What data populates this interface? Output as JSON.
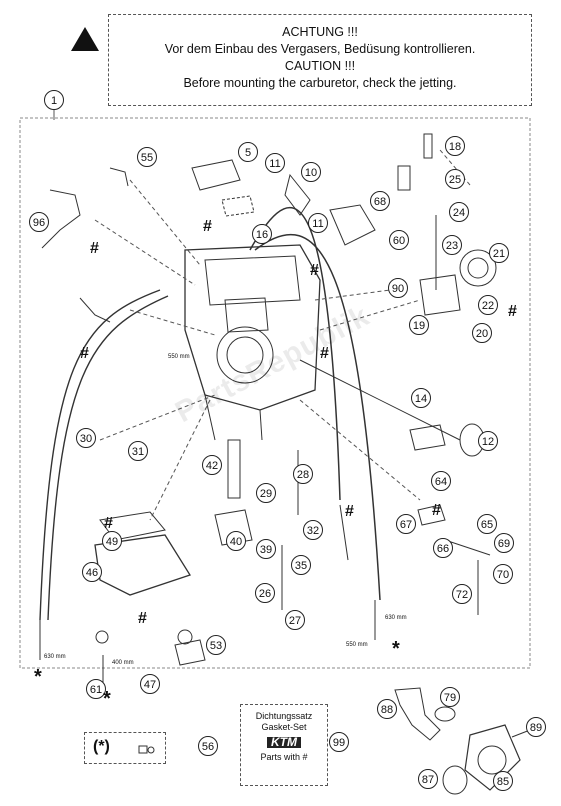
{
  "warning": {
    "line1": "ACHTUNG !!!",
    "line2": "Vor dem Einbau des Vergasers, Bedüsung kontrollieren.",
    "line3": "CAUTION !!!",
    "line4": "Before mounting the carburetor, check the jetting."
  },
  "watermark": "PartsRepublik",
  "gasket_box": {
    "line1": "Dichtungssatz",
    "line2": "Gasket-Set",
    "logo": "KTM",
    "line3": "Parts with #"
  },
  "legend": {
    "symbol": "(*)"
  },
  "callouts": [
    "1",
    "5",
    "10",
    "11",
    "11",
    "12",
    "14",
    "16",
    "18",
    "19",
    "20",
    "21",
    "22",
    "23",
    "24",
    "25",
    "26",
    "27",
    "28",
    "29",
    "30",
    "31",
    "32",
    "35",
    "39",
    "40",
    "42",
    "46",
    "47",
    "49",
    "53",
    "55",
    "56",
    "60",
    "61",
    "64",
    "65",
    "66",
    "67",
    "68",
    "69",
    "70",
    "72",
    "79",
    "85",
    "87",
    "88",
    "89",
    "90",
    "96",
    "99"
  ],
  "hash_mark": "#",
  "star_mark": "*",
  "dimensions": {
    "d550a": "550 mm",
    "d630a": "630 mm",
    "d400": "400 mm",
    "d630b": "630 mm",
    "d550b": "550 mm"
  }
}
